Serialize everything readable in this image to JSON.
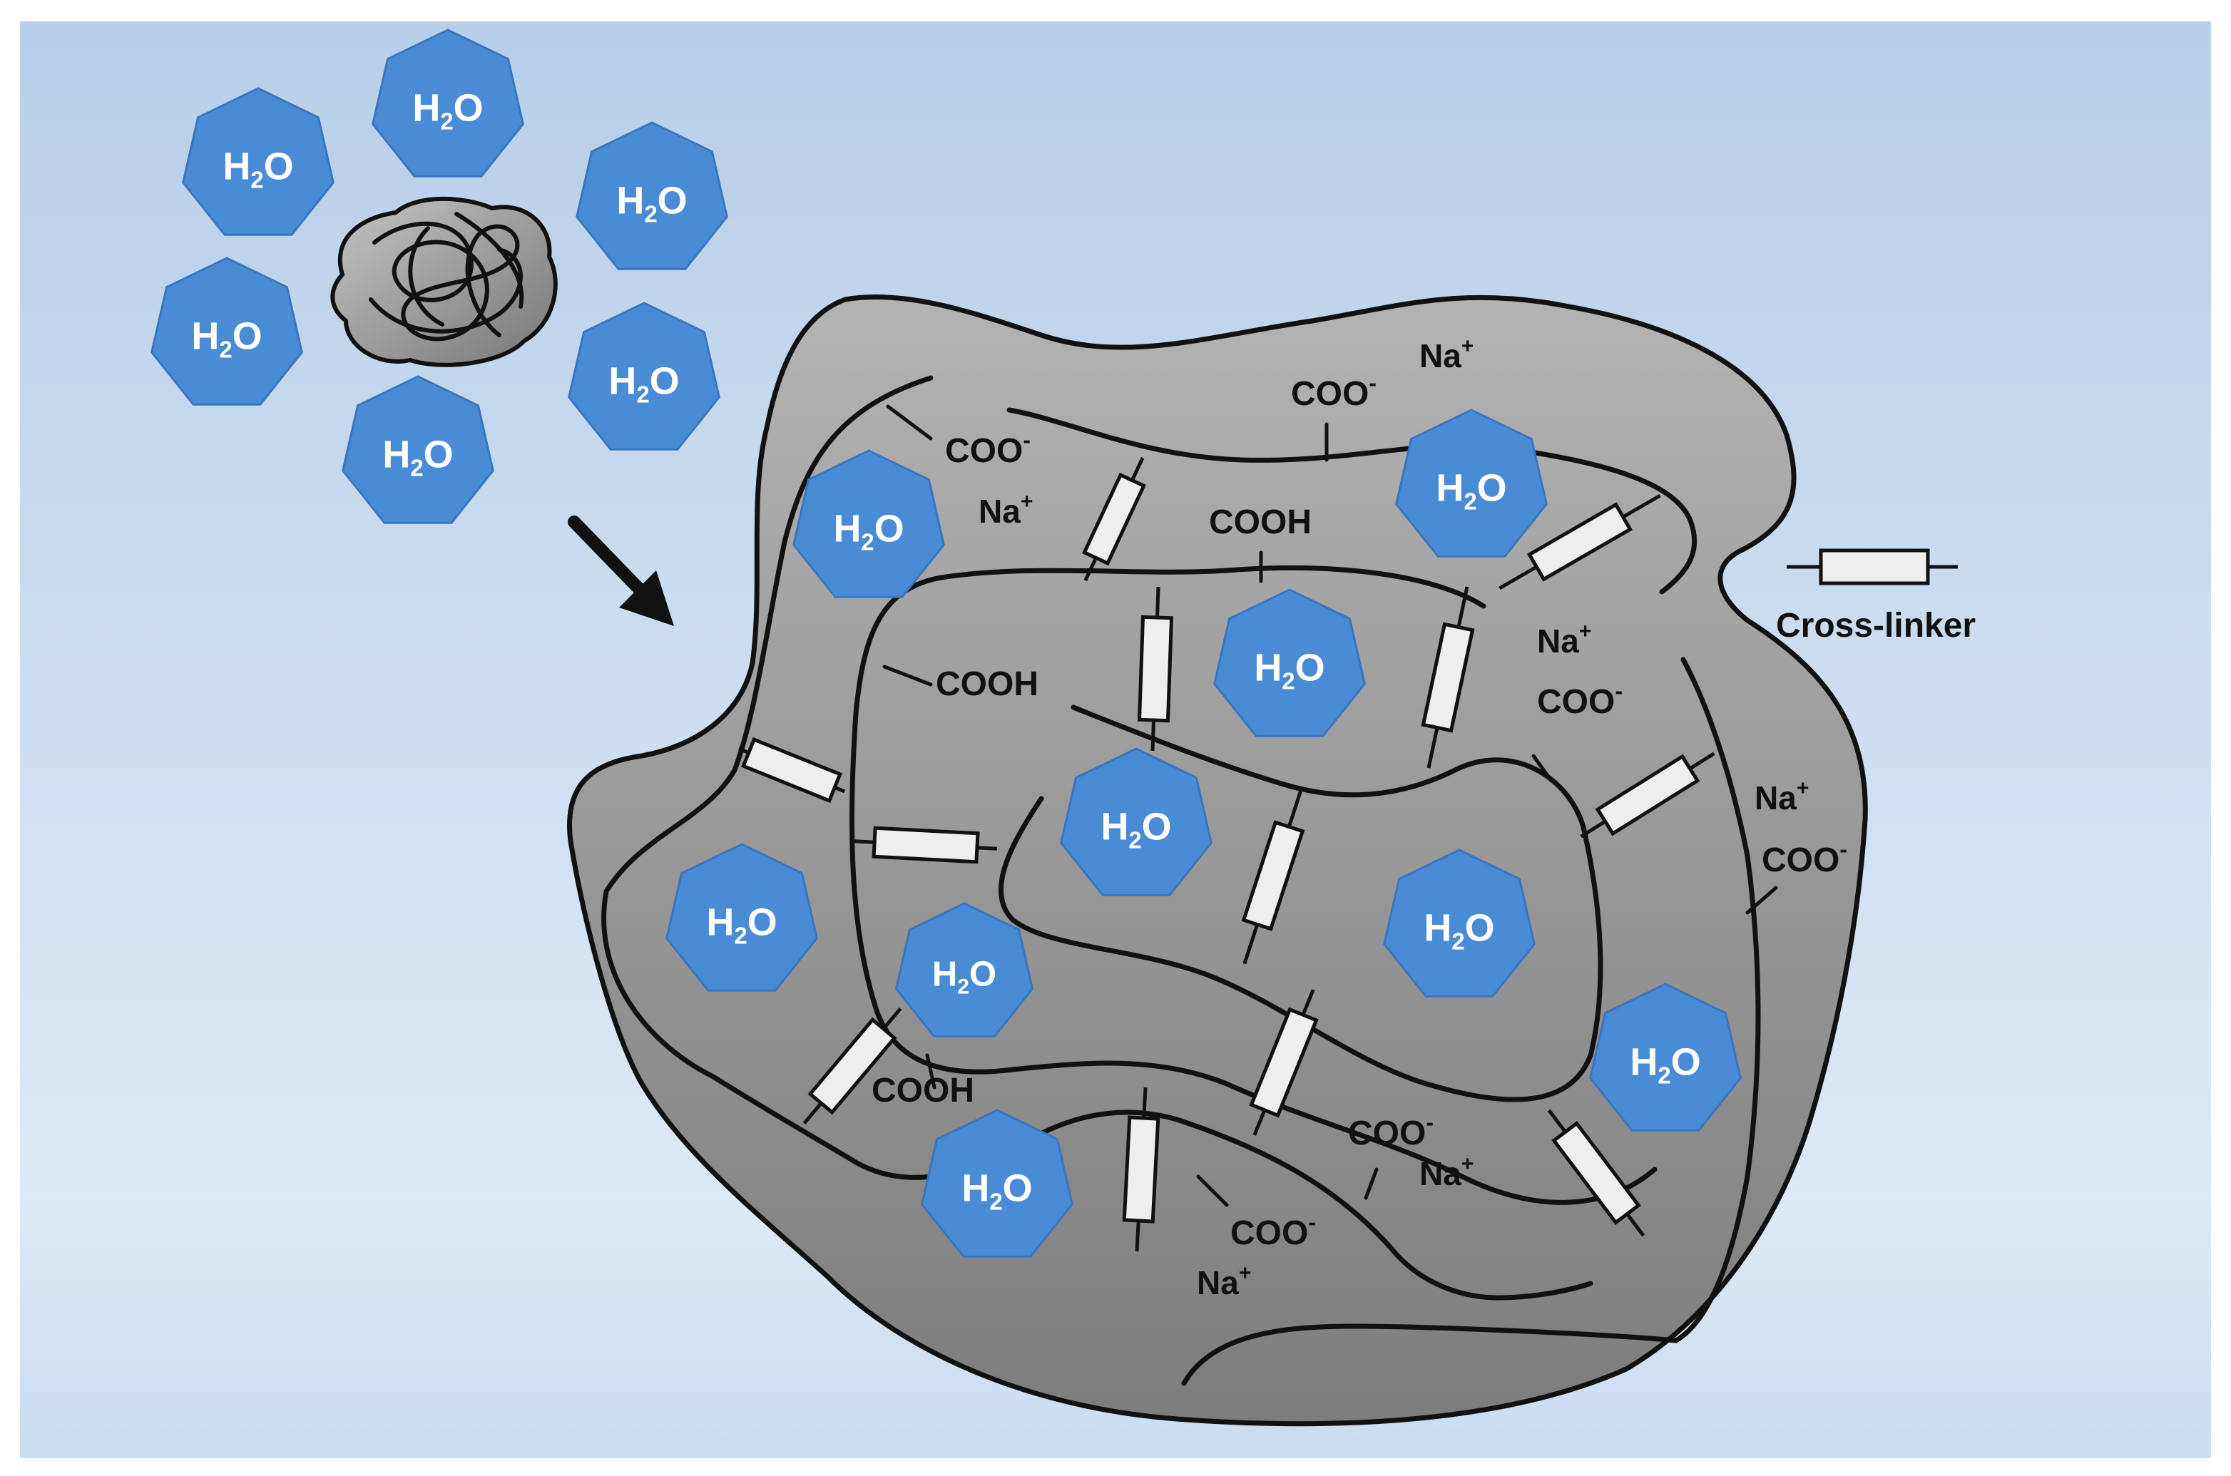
{
  "colors": {
    "background_top": "#b7cfe9",
    "background_bottom": "#dbe8f6",
    "hydrogel": "#a9a9a9",
    "hydrogel_dark": "#868686",
    "water": "#4a8bd6",
    "water_edge": "#3a76bf"
  },
  "water_label": {
    "h": "H",
    "sub": "2",
    "o": "O"
  },
  "water_molecules": [
    {
      "id": "free-1"
    },
    {
      "id": "free-2"
    },
    {
      "id": "free-3"
    },
    {
      "id": "free-4"
    },
    {
      "id": "free-5"
    },
    {
      "id": "free-6"
    },
    {
      "id": "gel-1"
    },
    {
      "id": "gel-2"
    },
    {
      "id": "gel-3"
    },
    {
      "id": "gel-4"
    },
    {
      "id": "gel-5"
    },
    {
      "id": "gel-6"
    },
    {
      "id": "gel-7"
    },
    {
      "id": "gel-8"
    },
    {
      "id": "gel-9"
    },
    {
      "id": "gel-10"
    }
  ],
  "labels": {
    "carboxylate": "COO",
    "carboxylate_charge": "-",
    "carboxylic_acid": "COOH",
    "sodium": "Na",
    "sodium_charge": "+"
  },
  "legend": {
    "crosslinker": "Cross-linker"
  },
  "icons": {
    "arrow": "arrow-down-right-icon",
    "dry_polymer": "tangled-polymer-icon",
    "crosslinker": "crosslinker-icon"
  }
}
